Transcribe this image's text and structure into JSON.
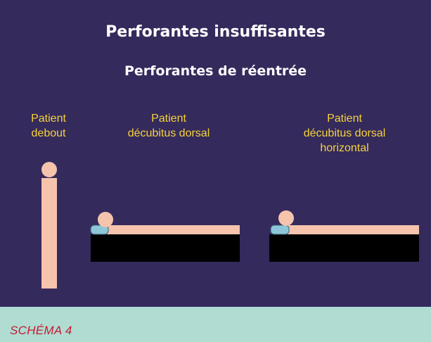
{
  "title": "Perforantes insuffisantes",
  "subtitle": "Perforantes de réentrée",
  "labels": {
    "standing": "Patient\ndebout",
    "supine": "Patient\ndécubitus dorsal",
    "supine_horizontal": "Patient\ndécubitus dorsal\nhorizontal"
  },
  "caption": "SCHÉMA 4",
  "colors": {
    "background": "#342a5c",
    "title": "#ffffff",
    "label": "#f7d23a",
    "body": "#f6c3ad",
    "bed": "#000000",
    "pillow": "#8bc7d8",
    "footer": "#b0dcd2",
    "caption": "#c41a33"
  }
}
